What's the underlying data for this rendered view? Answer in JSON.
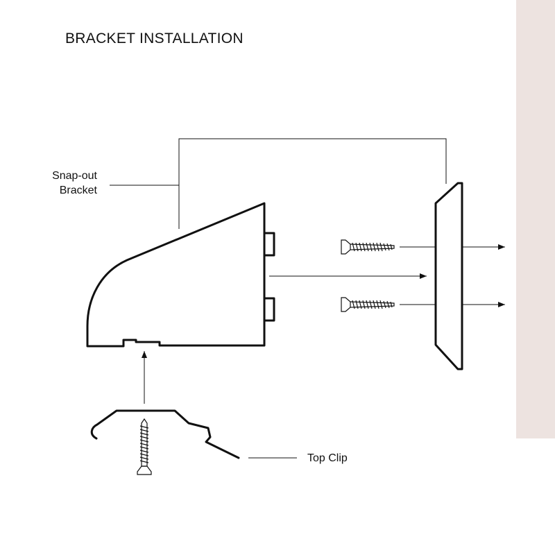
{
  "title": "BRACKET INSTALLATION",
  "labels": {
    "bracket_line1": "Snap-out",
    "bracket_line2": "Bracket",
    "top_clip": "Top Clip"
  },
  "colors": {
    "side_panel": "#ede3e0",
    "stroke": "#111111"
  }
}
